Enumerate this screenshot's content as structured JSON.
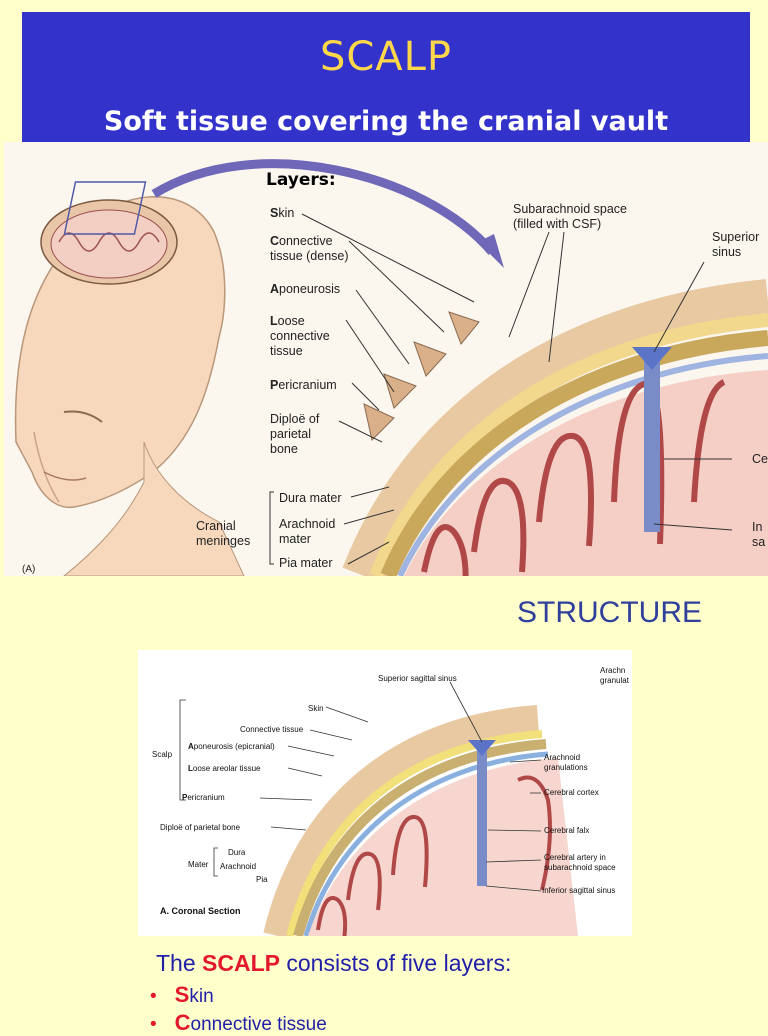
{
  "header": {
    "title": "SCALP",
    "subtitle": "Soft tissue covering the cranial vault"
  },
  "figure_a": {
    "layers_heading": "Layers:",
    "labels": {
      "skin_bold": "S",
      "skin_rest": "kin",
      "ct_bold": "C",
      "ct_line1": "onnective",
      "ct_line2": "tissue (dense)",
      "apo_bold": "A",
      "apo_rest": "poneurosis",
      "loose_bold": "L",
      "loose_line1": "oose",
      "loose_line2": "connective",
      "loose_line3": "tissue",
      "peri_bold": "P",
      "peri_rest": "ericranium",
      "diploe_line1": "Diploë of",
      "diploe_line2": "parietal",
      "diploe_line3": "bone",
      "dura": "Dura mater",
      "arachnoid_line1": "Arachnoid",
      "arachnoid_line2": "mater",
      "pia": "Pia mater",
      "cranial_line1": "Cranial",
      "cranial_line2": "meninges",
      "subarachnoid_line1": "Subarachnoid space",
      "subarachnoid_line2": "(filled with CSF)",
      "superior_line1": "Superior",
      "superior_line2": "sinus",
      "ce": "Ce",
      "in_line1": "In",
      "in_line2": "sa",
      "panel_a": "(A)"
    }
  },
  "structure_heading": "STRUCTURE",
  "figure_b": {
    "labels": {
      "superior_sagittal": "Superior sagittal sinus",
      "arachn_top_line1": "Arachn",
      "arachn_top_line2": "granulat",
      "skin": "Skin",
      "connective": "Connective tissue",
      "scalp": "Scalp",
      "apo_a": "A",
      "apo_rest": "poneurosis (epicranial)",
      "loose_l": "L",
      "loose_rest": "oose areolar tissue",
      "peri_p": "P",
      "peri_rest": "ericranium",
      "diploe": "Diploë of parietal bone",
      "dura": "Dura",
      "mater": "Mater",
      "arachnoid": "Arachnoid",
      "pia": "Pia",
      "arachnoid_gran_line1": "Arachnoid",
      "arachnoid_gran_line2": "granulations",
      "cerebral_cortex": "Cerebral cortex",
      "cerebral_falx": "Cerebral falx",
      "cerebral_artery_line1": "Cerebral artery in",
      "cerebral_artery_line2": "subarachnoid space",
      "inferior_sagittal": "Inferior sagittal sinus",
      "caption": "A. Coronal Section"
    }
  },
  "summary": {
    "prefix": "The ",
    "scalp": "SCALP",
    "suffix": " consists of five layers:",
    "bullets": [
      {
        "dot": "•",
        "initial": "S",
        "rest": "kin"
      },
      {
        "dot": "•",
        "initial": "C",
        "rest": "onnective tissue"
      }
    ]
  },
  "colors": {
    "banner": "#3333cc",
    "title": "#ffd84a",
    "page_bg": "#ffffcc",
    "accent_red": "#e3182d",
    "text_blue": "#1f1fa8"
  }
}
